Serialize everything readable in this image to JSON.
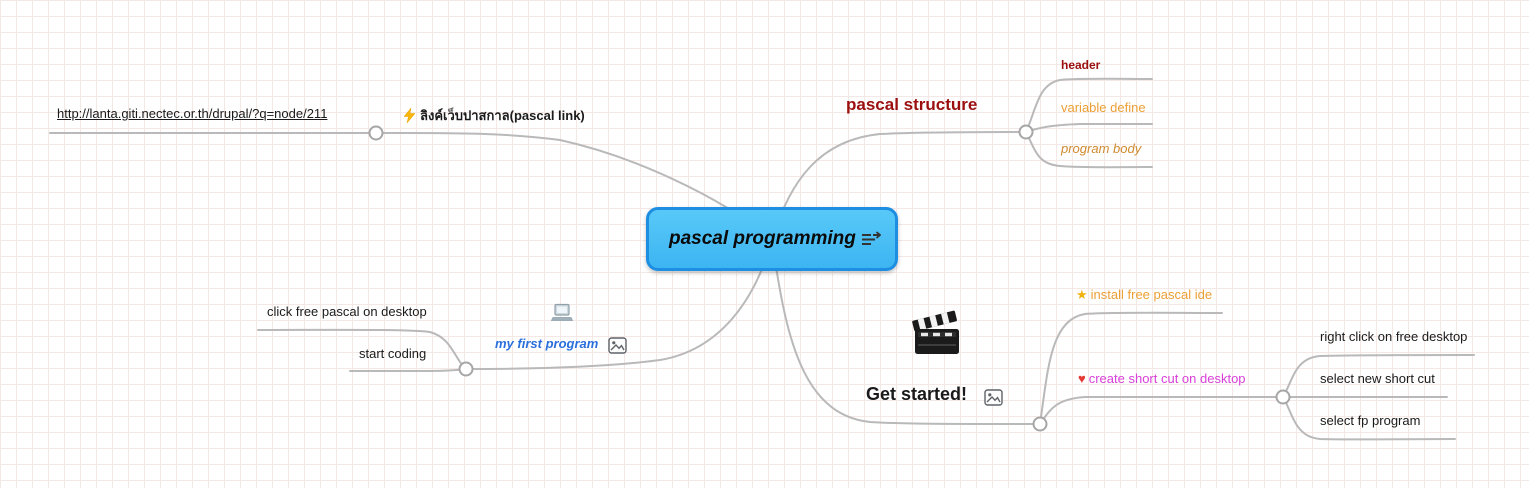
{
  "root": {
    "label": "pascal programming"
  },
  "link": {
    "url": "http://lanta.giti.nectec.or.th/drupal/?q=node/211",
    "label": "ลิงค์เว็บปาสกาล(pascal link)"
  },
  "structure": {
    "label": "pascal structure",
    "header": "header",
    "variable": "variable define",
    "body": "program body"
  },
  "first": {
    "label": "my first program",
    "click": "click free pascal on desktop",
    "code": "start coding"
  },
  "started": {
    "label": "Get started!",
    "install": "install free pascal ide",
    "shortcut": "create short cut on desktop",
    "right_click": "right click on free desktop",
    "select_new": "select new short cut",
    "select_fp": "select fp program"
  },
  "icons": {
    "star": "★",
    "heart": "♥",
    "lightning": "lightning-bolt",
    "laptop": "laptop",
    "clapperboard": "clapperboard",
    "image": "image-placeholder"
  },
  "colors": {
    "node_fill": "#4fc3f7",
    "node_border": "#1d8ee2",
    "maroon_text": "#9b0f0f",
    "orange_text": "#ec9f35",
    "blue_text": "#2a6fdb",
    "magenta_text": "#d93fd9",
    "line": "#b9b9b9"
  }
}
